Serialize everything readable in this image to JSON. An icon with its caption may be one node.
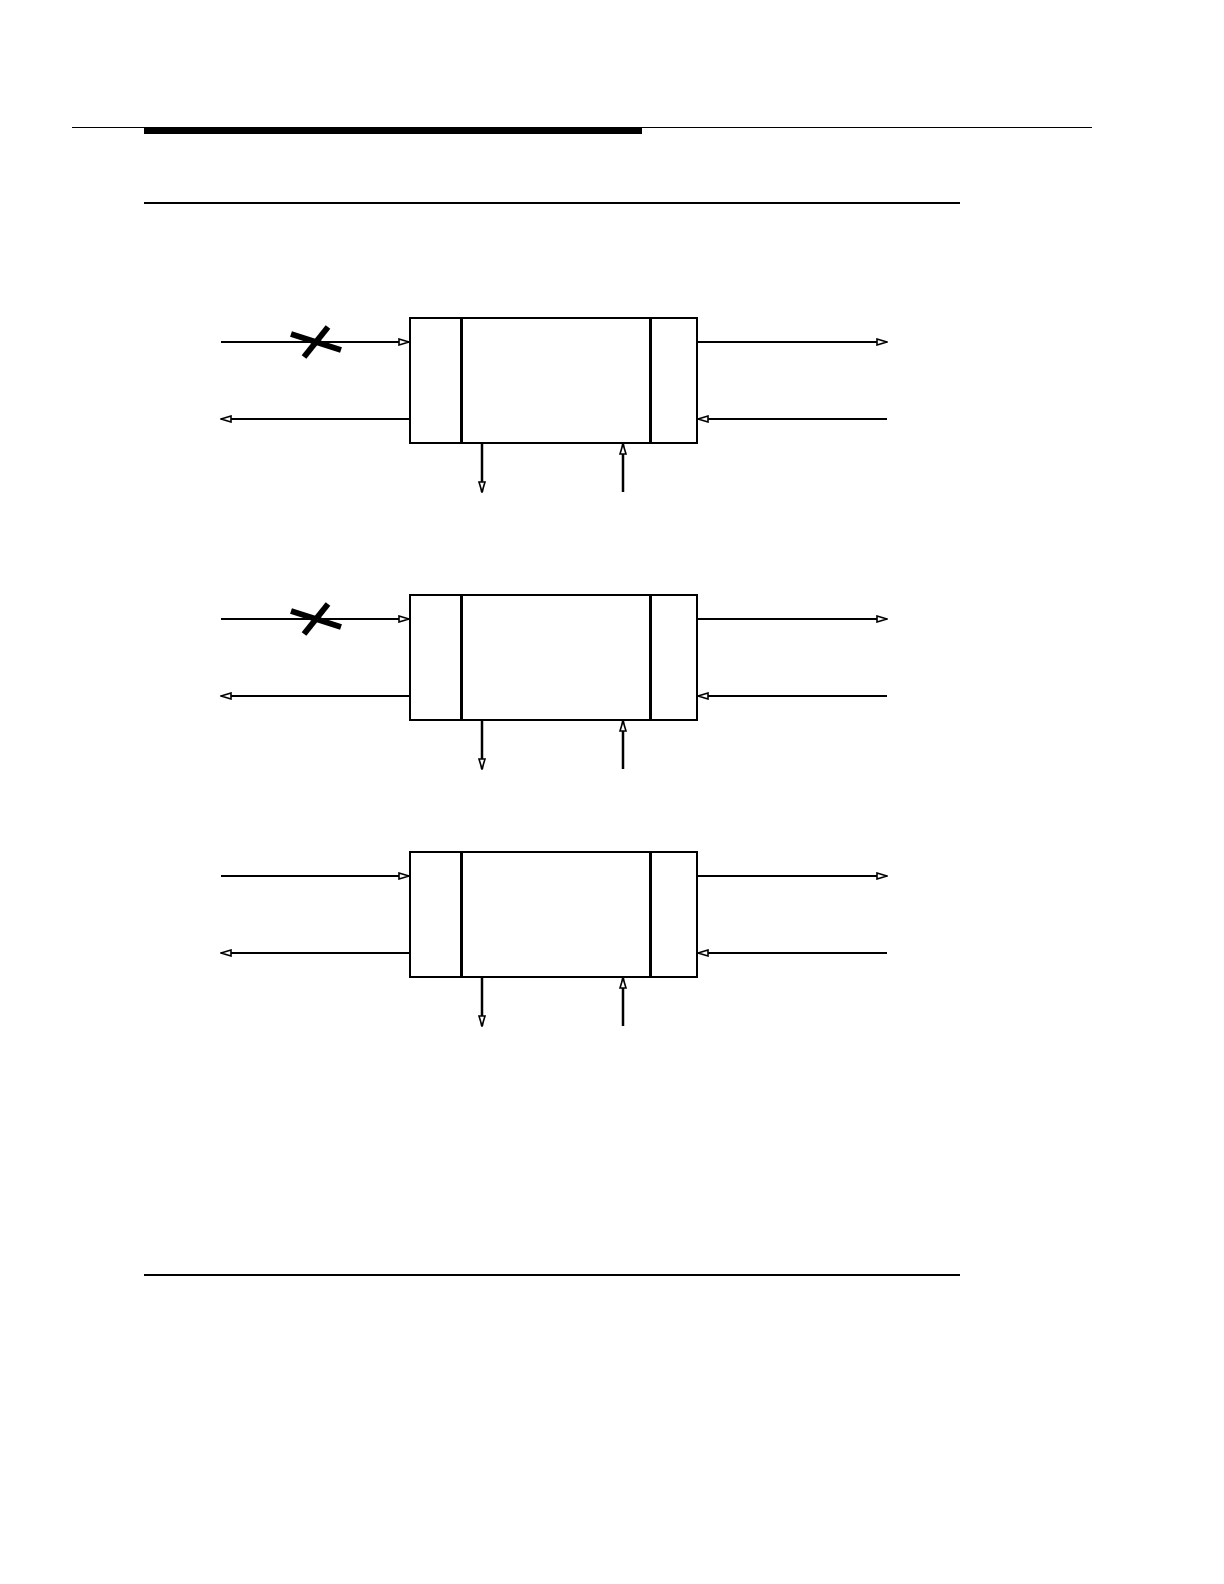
{
  "diagram": {
    "nodes": [
      {
        "text": [],
        "shape": "box"
      },
      {
        "text": [],
        "shape": "box"
      },
      {
        "text": [],
        "shape": "box"
      }
    ],
    "edges": [
      {
        "from": null,
        "to": 0,
        "arrow": "to"
      },
      {
        "from": 0,
        "to": null,
        "arrow": "to"
      },
      {
        "from": 0,
        "to": null,
        "arrow": "to"
      },
      {
        "from": null,
        "to": 0,
        "arrow": "to"
      },
      {
        "from": 0,
        "to": null,
        "arrow": "to"
      },
      {
        "from": null,
        "to": 0,
        "arrow": "to"
      },
      {
        "from": null,
        "to": 1,
        "arrow": "to"
      },
      {
        "from": 1,
        "to": null,
        "arrow": "to"
      },
      {
        "from": 1,
        "to": null,
        "arrow": "to"
      },
      {
        "from": null,
        "to": 1,
        "arrow": "to"
      },
      {
        "from": 1,
        "to": null,
        "arrow": "to"
      },
      {
        "from": null,
        "to": 1,
        "arrow": "to"
      },
      {
        "from": null,
        "to": 2,
        "arrow": "to"
      },
      {
        "from": 2,
        "to": null,
        "arrow": "to"
      },
      {
        "from": 2,
        "to": null,
        "arrow": "to"
      },
      {
        "from": null,
        "to": 2,
        "arrow": "to"
      },
      {
        "from": 2,
        "to": null,
        "arrow": "to"
      },
      {
        "from": null,
        "to": 2,
        "arrow": "to"
      }
    ]
  }
}
